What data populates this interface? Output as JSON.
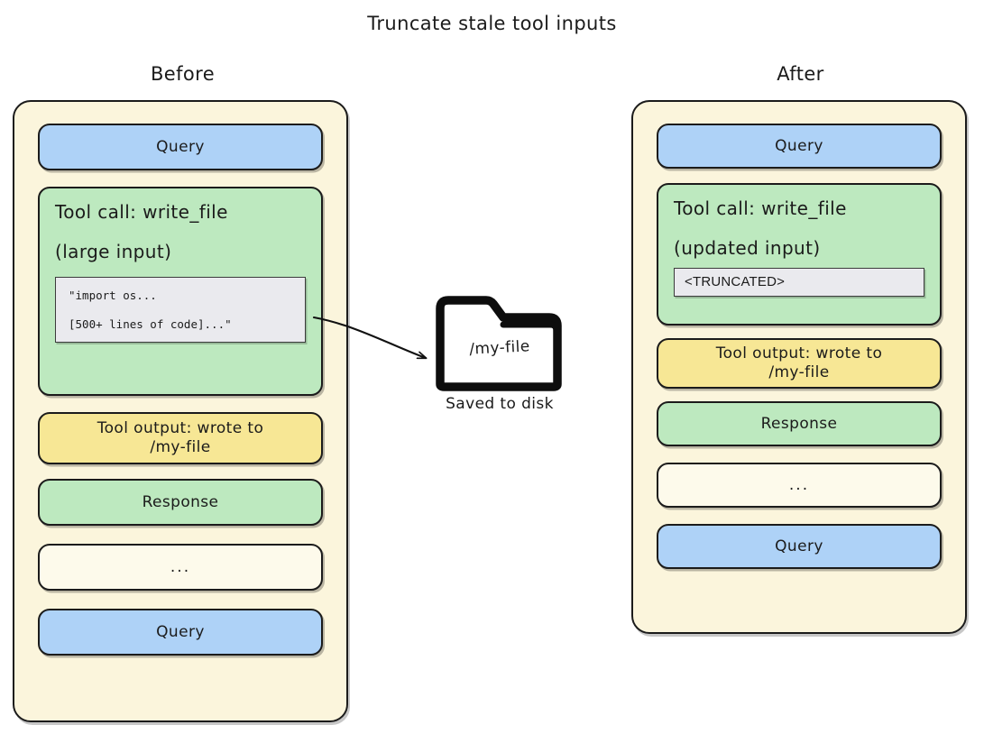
{
  "title": "Truncate stale tool inputs",
  "colors": {
    "query": "#aed2f7",
    "tool_call": "#bde9bf",
    "response": "#bde9bf",
    "tool_output": "#f7e795",
    "container": "#fbf5dc",
    "code_block": "#eaeaee",
    "stroke": "#1b1b1b",
    "background": "#ffffff"
  },
  "before": {
    "heading": "Before",
    "messages": [
      {
        "kind": "query",
        "label": "Query"
      },
      {
        "kind": "tool-call",
        "line1": "Tool call: write_file",
        "line2": "(large input)",
        "code": [
          "\"import os...",
          "[500+ lines of code]...\""
        ]
      },
      {
        "kind": "tool-output",
        "label": "Tool output: wrote to\n/my-file"
      },
      {
        "kind": "response",
        "label": "Response"
      },
      {
        "kind": "ellipsis",
        "label": "..."
      },
      {
        "kind": "query",
        "label": "Query"
      }
    ]
  },
  "after": {
    "heading": "After",
    "messages": [
      {
        "kind": "query",
        "label": "Query"
      },
      {
        "kind": "tool-call",
        "line1": "Tool call: write_file",
        "line2": "(updated input)",
        "truncated": "<TRUNCATED>"
      },
      {
        "kind": "tool-output",
        "label": "Tool output: wrote to\n/my-file"
      },
      {
        "kind": "response",
        "label": "Response"
      },
      {
        "kind": "ellipsis",
        "label": "..."
      },
      {
        "kind": "query",
        "label": "Query"
      }
    ]
  },
  "storage": {
    "icon": "folder-icon",
    "file_label": "/my-file",
    "caption": "Saved to disk"
  }
}
